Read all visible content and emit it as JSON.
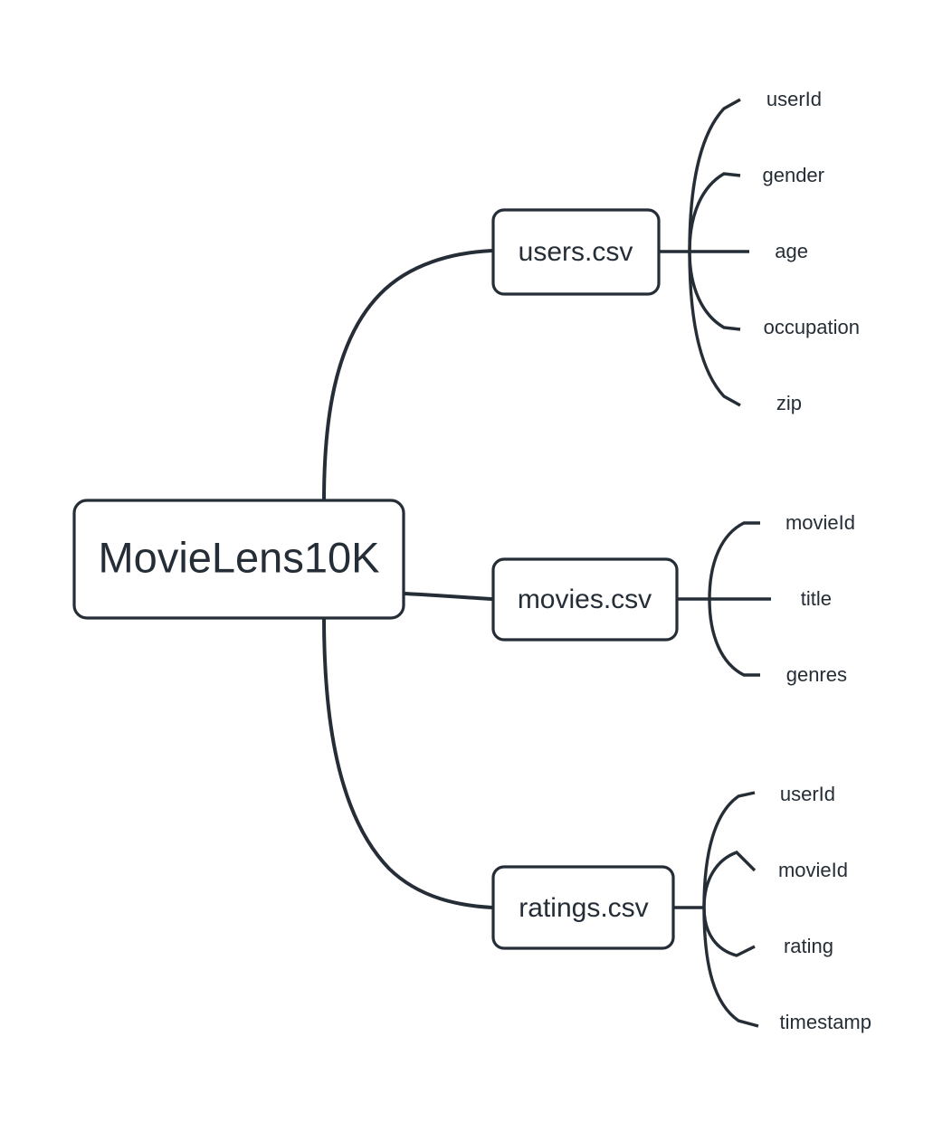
{
  "diagram": {
    "type": "mindmap",
    "background_color": "#ffffff",
    "stroke_color": "#252d36",
    "text_color": "#252d36"
  },
  "root": {
    "label": "MovieLens10K"
  },
  "branches": [
    {
      "label": "users.csv",
      "leaves": [
        {
          "label": "userId"
        },
        {
          "label": "gender"
        },
        {
          "label": "age"
        },
        {
          "label": "occupation"
        },
        {
          "label": "zip"
        }
      ]
    },
    {
      "label": "movies.csv",
      "leaves": [
        {
          "label": "movieId"
        },
        {
          "label": "title"
        },
        {
          "label": "genres"
        }
      ]
    },
    {
      "label": "ratings.csv",
      "leaves": [
        {
          "label": "userId"
        },
        {
          "label": "movieId"
        },
        {
          "label": "rating"
        },
        {
          "label": "timestamp"
        }
      ]
    }
  ]
}
